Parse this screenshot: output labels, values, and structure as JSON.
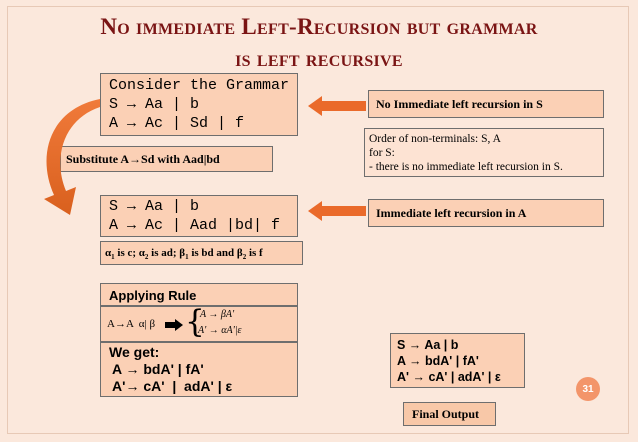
{
  "slide": {
    "title_line1": "No immediate Left-Recursion but grammar",
    "title_line2": "is left recursive",
    "page_number": "31"
  },
  "box1": {
    "line1": "Consider the Grammar",
    "line2": "S → Aa | b",
    "line3": "A → Ac | Sd | f"
  },
  "note1": {
    "text": "No Immediate left recursion in S"
  },
  "order_note": {
    "line1": "Order of non-terminals: S, A",
    "line2": "for S:",
    "line3": "- there is no immediate left recursion in S."
  },
  "substitute": {
    "text": "Substitute A→Sd with Aad|bd"
  },
  "box2": {
    "line1": "S → Aa | b",
    "line2": "A → Ac | Aad |bd| f"
  },
  "note2": {
    "text": "Immediate left recursion in  A"
  },
  "alpha_beta": {
    "a1": "α",
    "s1": "1",
    "t1": " is c; ",
    "a2": "α",
    "s2": "2",
    "t2": " is ad; ",
    "b1": "β",
    "s3": "1",
    "t3": " is bd and ",
    "b2": "β",
    "s4": "2",
    "t4": " is f"
  },
  "rule": {
    "heading": "Applying Rule",
    "lhs": "A→A  α| β",
    "top": "A → βA'",
    "bottom": "A' → αA'|ε"
  },
  "result": {
    "heading": "We get:",
    "line1": "A → bdA' | fA'",
    "line2": "A'→ cA'  |  adA' | ε"
  },
  "final": {
    "line1": "S → Aa | b",
    "line2": "A → bdA' | fA'",
    "line3": "A' → cA' |  adA' | ε",
    "label": "Final Output"
  },
  "colors": {
    "title": "#7a1414",
    "box_fill": "#fbd0b5",
    "arrow": "#e07034"
  }
}
